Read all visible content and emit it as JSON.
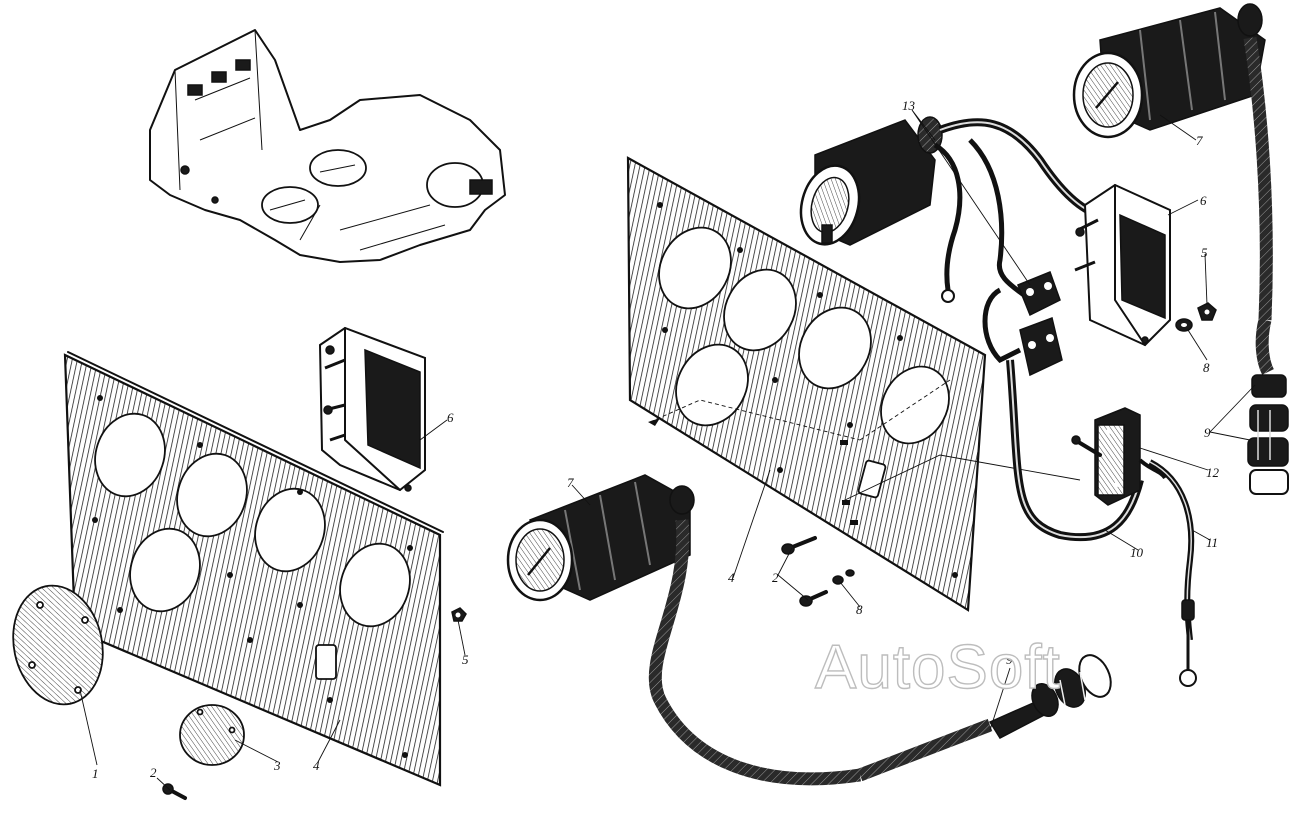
{
  "colors": {
    "ink": "#111111",
    "paper": "#ffffff",
    "watermark": "#bdbdbd"
  },
  "watermark": "AutoSoft",
  "callouts": {
    "c1": "1",
    "c2a": "2",
    "c2b": "2",
    "c3": "3",
    "c4a": "4",
    "c4b": "4",
    "c5a": "5",
    "c5b": "5",
    "c6a": "6",
    "c6b": "6",
    "c7a": "7",
    "c7b": "7",
    "c8a": "8",
    "c8b": "8",
    "c9a": "9",
    "c9b": "9",
    "c10": "10",
    "c11": "11",
    "c12": "12",
    "c13": "13"
  }
}
